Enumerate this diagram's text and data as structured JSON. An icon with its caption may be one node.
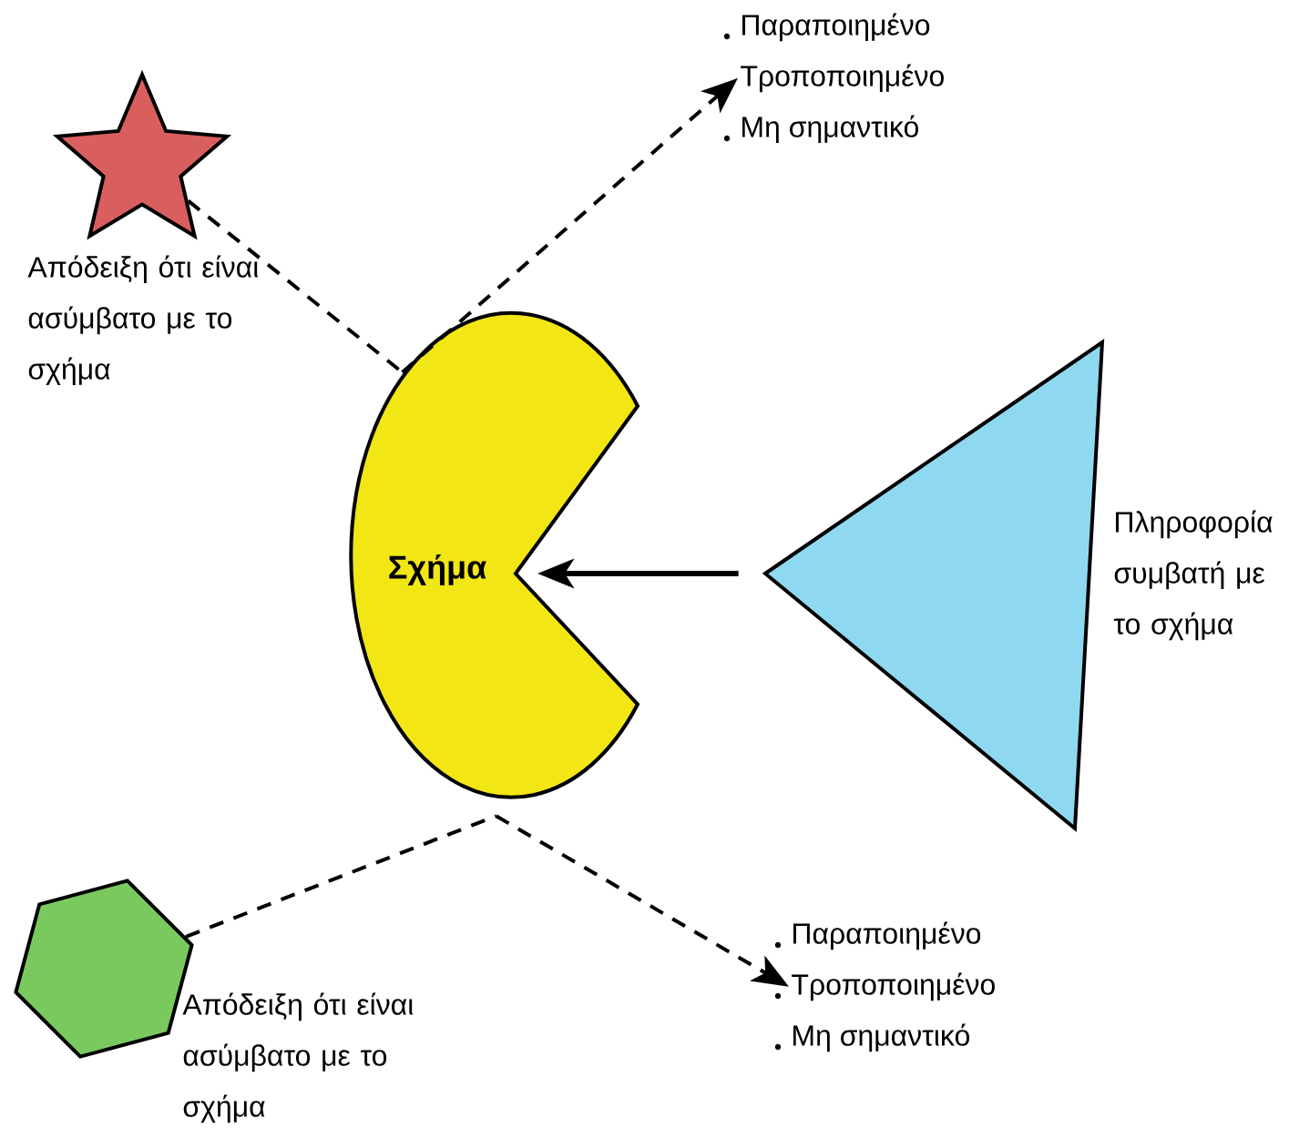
{
  "diagram": {
    "nodes": [
      {
        "text": [],
        "shape": "star",
        "beside": [
          "Απόδειξη ότι είναι ασύμβατο με το σχήμα"
        ]
      },
      {
        "text": [
          "Παραποιημένο",
          "Τροποποιημένο",
          "Μη σημαντικό"
        ]
      },
      {
        "text": [
          "Σχήμα"
        ]
      },
      {
        "text": [],
        "shape": "triangle",
        "beside": [
          "Πληροφορία συμβατή με το σχήμα"
        ]
      },
      {
        "text": [],
        "shape": "hexagon",
        "beside": [
          "Απόδειξη ότι είναι ασύμβατο με το σχήμα"
        ]
      },
      {
        "text": [
          "Παραποιημένο",
          "Τροποποιημένο",
          "Μη σημαντικό"
        ]
      }
    ],
    "edges": [
      {
        "from": 0,
        "to": 2,
        "arrow": "none",
        "style": "dashed"
      },
      {
        "from": 2,
        "to": 1,
        "arrow": "to",
        "style": "dashed"
      },
      {
        "from": 3,
        "to": 2,
        "arrow": "to"
      },
      {
        "from": 4,
        "to": 2,
        "arrow": "none",
        "style": "dashed"
      },
      {
        "from": 2,
        "to": 5,
        "arrow": "to",
        "style": "dashed"
      }
    ]
  }
}
